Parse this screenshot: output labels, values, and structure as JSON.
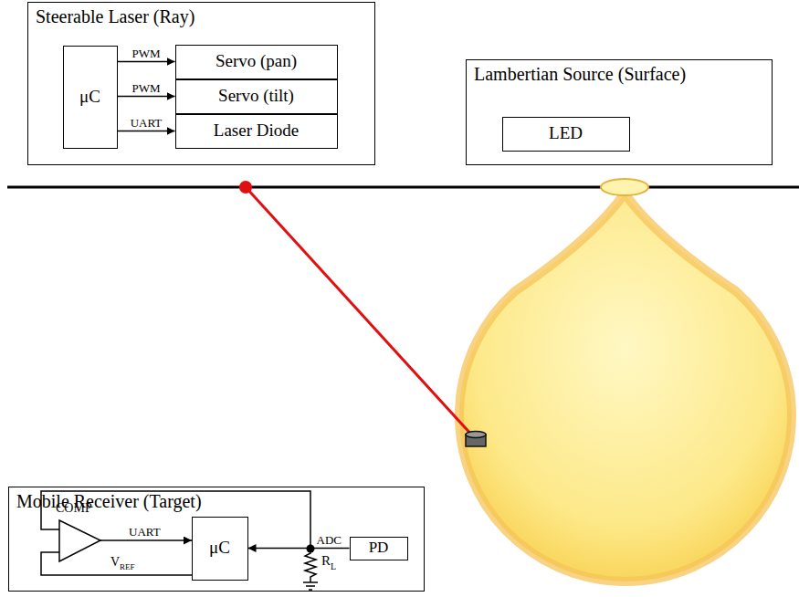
{
  "diagram": {
    "nodes": [
      {
        "text": [
          "Steerable Laser (Ray)"
        ]
      },
      {
        "text": [
          "μC"
        ],
        "in": 0
      },
      {
        "text": [
          "Servo (pan)"
        ],
        "in": 0
      },
      {
        "text": [
          "Servo (tilt)"
        ],
        "in": 0
      },
      {
        "text": [
          "Laser Diode"
        ],
        "in": 0
      },
      {
        "text": [
          "Lambertian Source (Surface)"
        ]
      },
      {
        "text": [
          "LED"
        ],
        "in": 5
      },
      {
        "text": [
          "Mobile Receiver (Target)"
        ]
      },
      {
        "text": [
          "μC"
        ],
        "in": 7
      },
      {
        "text": [
          "PD"
        ],
        "in": 7
      }
    ],
    "edges": [
      {
        "from": 1,
        "to": 2,
        "arrow": "to",
        "label": "PWM"
      },
      {
        "from": 1,
        "to": 3,
        "arrow": "to",
        "label": "PWM"
      },
      {
        "from": 1,
        "to": 4,
        "arrow": "to",
        "label": "UART"
      },
      {
        "from": 9,
        "to": 8,
        "arrow": "to",
        "label": "ADC"
      }
    ],
    "labels": [
      "COMP",
      "UART",
      "V",
      "REF",
      "R",
      "L"
    ]
  }
}
